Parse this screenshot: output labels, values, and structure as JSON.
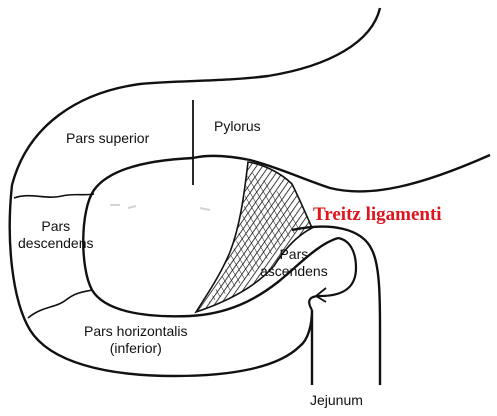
{
  "labels": {
    "pars_superior": "Pars superior",
    "pylorus": "Pylorus",
    "treitz": "Treitz ligamenti",
    "pars_descendens_1": "Pars",
    "pars_descendens_2": "descendens",
    "pars_ascendens_1": "Pars",
    "pars_ascendens_2": "ascendens",
    "pars_horizontalis_1": "Pars horizontalis",
    "pars_horizontalis_2": "(inferior)",
    "jejunum": "Jejunum"
  },
  "colors": {
    "outline": "#111111",
    "treitz_label": "#e0141e",
    "background": "#ffffff"
  }
}
